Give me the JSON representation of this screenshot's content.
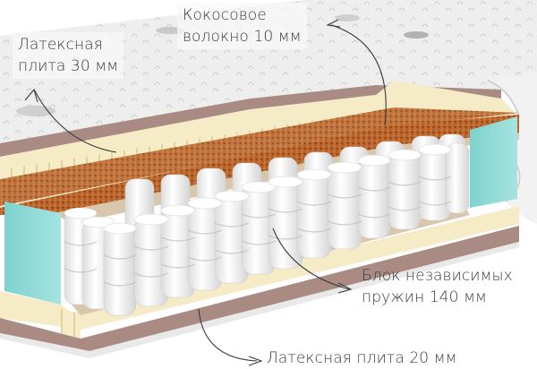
{
  "diagram": {
    "subject": "mattress-cross-section",
    "colors": {
      "cover": "#ededed",
      "cover_shadow": "#d6d6d6",
      "felt": "#a88a82",
      "latex": "#f5ebc6",
      "latex_dark": "#e6d7a6",
      "coconut": "#b8602a",
      "coconut_dark": "#8e4418",
      "spacer": "#d9c9b0",
      "foam_edge": "#8fd8d6",
      "spring": "#f4f4f4",
      "spring_stripe": "#bdbdbd",
      "leader_line": "#3a3a3a"
    }
  },
  "labels": {
    "latex_top": {
      "line1": "Латексная",
      "line2": "плита 30 мм"
    },
    "coconut": {
      "line1": "Кокосовое",
      "line2": "волокно 10 мм"
    },
    "springs": {
      "line1": "Блок независимых",
      "line2": "пружин 140 мм"
    },
    "latex_bottom": {
      "line1": "Латексная плита  20 мм"
    }
  }
}
